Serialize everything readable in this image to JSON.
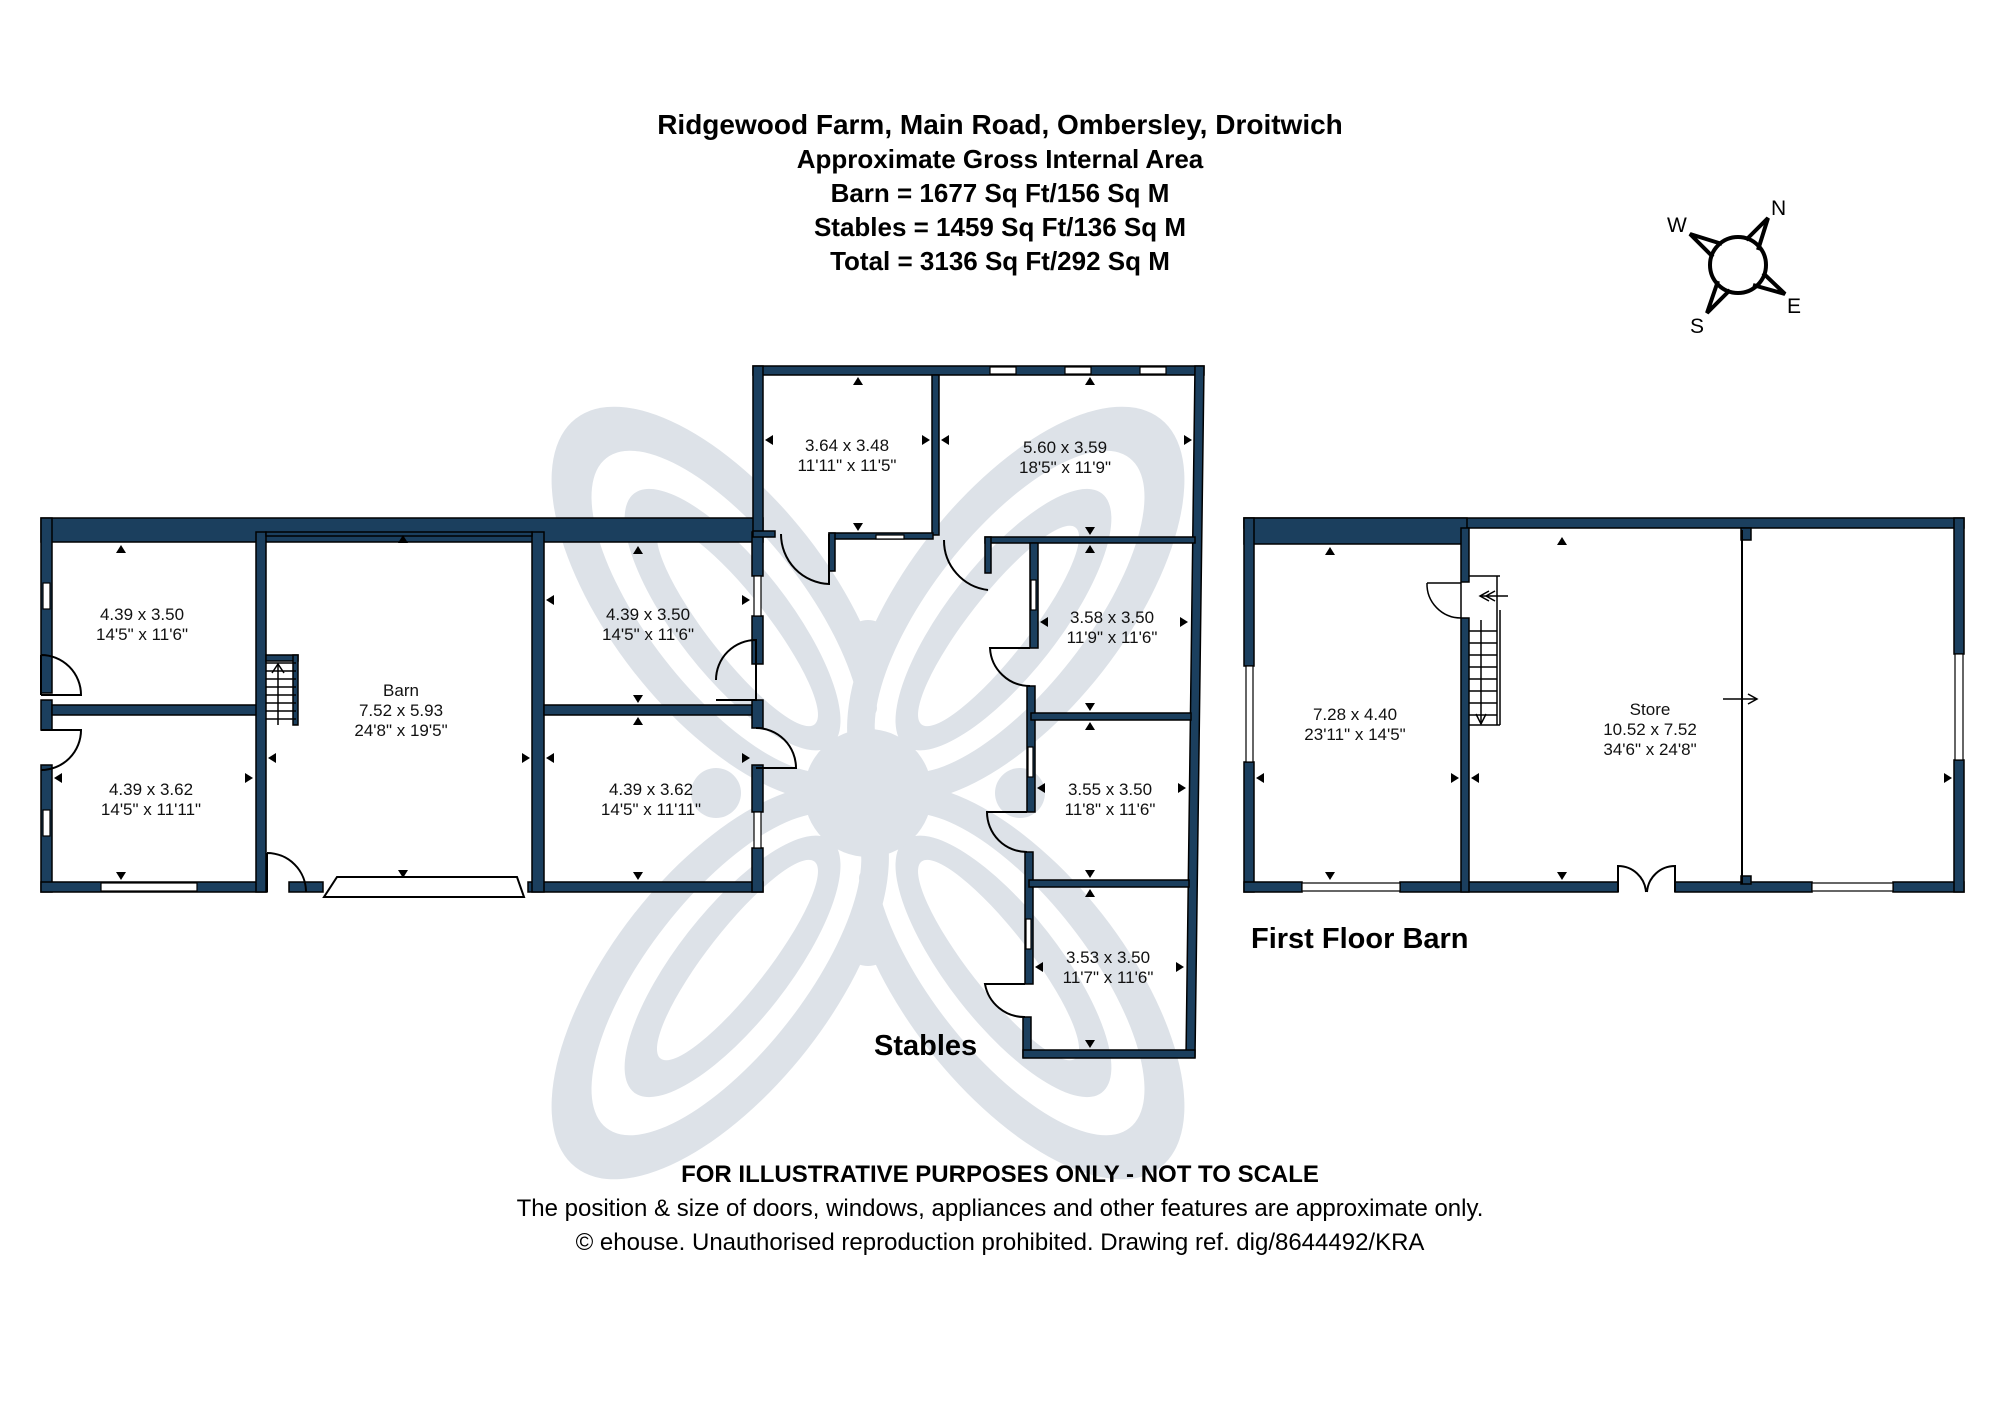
{
  "header": {
    "address": "Ridgewood Farm, Main Road, Ombersley, Droitwich",
    "subtitle": "Approximate Gross Internal Area",
    "barn_area": "Barn = 1677 Sq Ft/156 Sq M",
    "stables_area": "Stables = 1459 Sq Ft/136 Sq M",
    "total_area": "Total = 3136 Sq Ft/292 Sq M"
  },
  "compass": {
    "n": "N",
    "e": "E",
    "s": "S",
    "w": "W"
  },
  "colors": {
    "wall": "#1b3f5e",
    "watermark": "#dde2e8",
    "background": "#ffffff"
  },
  "ground_floor_barn": {
    "rooms": [
      {
        "metric": "4.39 x 3.50",
        "imperial": "14'5\" x 11'6\""
      },
      {
        "metric": "4.39 x 3.62",
        "imperial": "14'5\" x 11'11\""
      },
      {
        "name": "Barn",
        "metric": "7.52 x 5.93",
        "imperial": "24'8\" x 19'5\""
      }
    ]
  },
  "stables": {
    "label": "Stables",
    "rooms": [
      {
        "metric": "4.39 x 3.50",
        "imperial": "14'5\" x 11'6\""
      },
      {
        "metric": "4.39 x 3.62",
        "imperial": "14'5\" x 11'11\""
      },
      {
        "metric": "3.64 x 3.48",
        "imperial": "11'11\" x 11'5\""
      },
      {
        "metric": "5.60 x 3.59",
        "imperial": "18'5\" x 11'9\""
      },
      {
        "metric": "3.58 x 3.50",
        "imperial": "11'9\" x 11'6\""
      },
      {
        "metric": "3.55 x 3.50",
        "imperial": "11'8\" x 11'6\""
      },
      {
        "metric": "3.53 x 3.50",
        "imperial": "11'7\" x 11'6\""
      }
    ]
  },
  "first_floor_barn": {
    "label": "First Floor Barn",
    "rooms": [
      {
        "metric": "7.28 x 4.40",
        "imperial": "23'11\" x 14'5\""
      },
      {
        "name": "Store",
        "metric": "10.52 x 7.52",
        "imperial": "34'6\" x 24'8\""
      }
    ]
  },
  "footer": {
    "disclaimer": "FOR ILLUSTRATIVE PURPOSES ONLY - NOT TO SCALE",
    "note": "The position & size of doors, windows, appliances and other features are approximate only.",
    "copyright": "© ehouse. Unauthorised reproduction prohibited. Drawing ref. dig/8644492/KRA"
  }
}
